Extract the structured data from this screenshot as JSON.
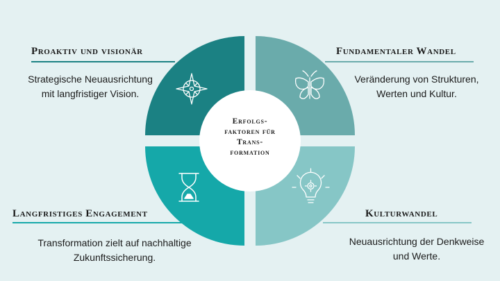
{
  "colors": {
    "background": "#e4f1f2",
    "top_left": "#1b8183",
    "top_right": "#6aabab",
    "bottom_left": "#15a8a9",
    "bottom_right": "#86c6c6",
    "center": "#ffffff"
  },
  "center": {
    "lines": [
      "Erfolgs-",
      "faktoren für",
      "Trans-",
      "formation"
    ]
  },
  "quadrants": [
    {
      "id": "top-left",
      "title": "Proaktiv und visionär",
      "desc": [
        "Strategische Neuausrichtung",
        "mit langfristiger Vision."
      ],
      "icon": "compass-icon"
    },
    {
      "id": "top-right",
      "title": "Fundamentaler Wandel",
      "desc": [
        "Veränderung von Strukturen,",
        "Werten und Kultur."
      ],
      "icon": "butterfly-icon"
    },
    {
      "id": "bottom-left",
      "title": "Langfristiges Engagement",
      "desc": [
        "Transformation zielt auf nachhaltige",
        "Zukunftssicherung."
      ],
      "icon": "hourglass-icon"
    },
    {
      "id": "bottom-right",
      "title": "Kulturwandel",
      "desc": [
        "Neuausrichtung der Denkweise",
        "und Werte."
      ],
      "icon": "lightbulb-gear-icon"
    }
  ]
}
